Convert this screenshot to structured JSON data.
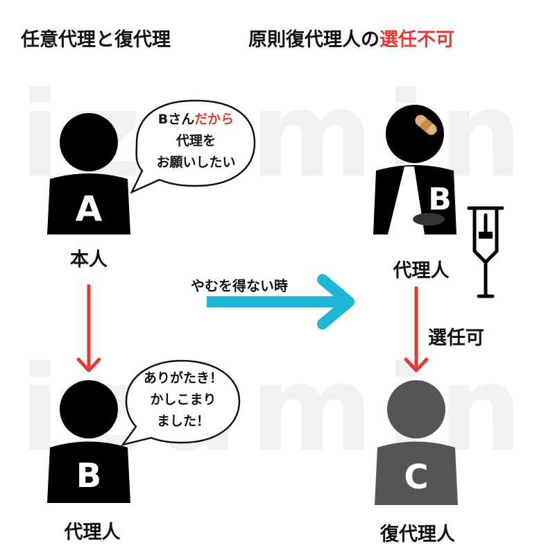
{
  "watermark": "izumin",
  "title_left": "任意代理と復代理",
  "title_right_prefix": "原則復代理人の",
  "title_right_highlight": "選任不可",
  "bubble_a": {
    "line1_prefix": "Bさん",
    "line1_highlight": "だから",
    "line2": "代理を",
    "line3": "お願いしたい"
  },
  "bubble_b": {
    "line1": "ありがたき！",
    "line2": "かしこまり",
    "line3": "ました！"
  },
  "person_a": {
    "letter": "A",
    "label": "本人"
  },
  "person_b_left": {
    "letter": "B",
    "label": "代理人"
  },
  "person_b_right": {
    "letter": "B",
    "label": "代理人"
  },
  "person_c": {
    "letter": "C",
    "label": "復代理人"
  },
  "arrow_middle_label": "やむを得ない時",
  "arrow_right_label": "選任可",
  "colors": {
    "accent_red": "#e53935",
    "arrow_blue": "#1bb6d8",
    "person_black": "#000000",
    "person_gray": "#555555"
  },
  "icons": [
    "bandage-icon",
    "crutch-icon",
    "speech-bubble"
  ]
}
